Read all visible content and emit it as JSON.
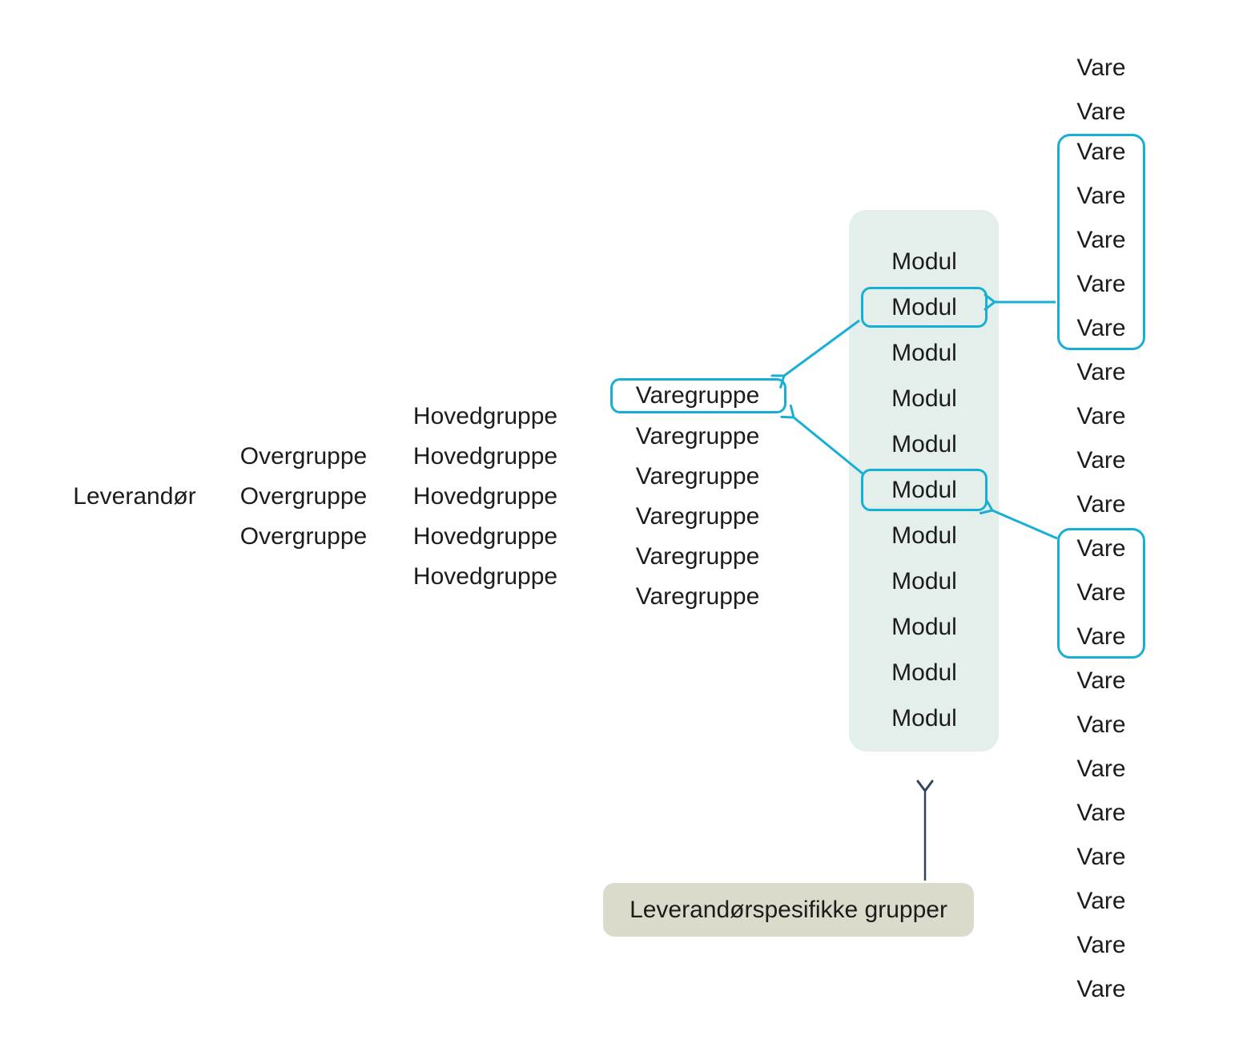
{
  "hierarchy": {
    "leverandor": {
      "label": "Leverandør"
    },
    "overgruppe": {
      "items": [
        "Overgruppe",
        "Overgruppe",
        "Overgruppe"
      ]
    },
    "hovedgruppe": {
      "items": [
        "Hovedgruppe",
        "Hovedgruppe",
        "Hovedgruppe",
        "Hovedgruppe",
        "Hovedgruppe"
      ]
    },
    "varegruppe": {
      "items": [
        "Varegruppe",
        "Varegruppe",
        "Varegruppe",
        "Varegruppe",
        "Varegruppe",
        "Varegruppe"
      ],
      "highlighted_index": 0
    },
    "modul": {
      "items": [
        "Modul",
        "Modul",
        "Modul",
        "Modul",
        "Modul",
        "Modul",
        "Modul",
        "Modul",
        "Modul",
        "Modul",
        "Modul"
      ],
      "highlighted_indices": [
        1,
        5
      ]
    },
    "vare": {
      "items": [
        "Vare",
        "Vare",
        "Vare",
        "Vare",
        "Vare",
        "Vare",
        "Vare",
        "Vare",
        "Vare",
        "Vare",
        "Vare",
        "Vare",
        "Vare",
        "Vare",
        "Vare",
        "Vare",
        "Vare",
        "Vare",
        "Vare",
        "Vare",
        "Vare",
        "Vare"
      ],
      "boxed_groups": [
        {
          "from_index": 2,
          "to_index": 6
        },
        {
          "from_index": 11,
          "to_index": 13
        }
      ]
    }
  },
  "footnote": {
    "label": "Leverandørspesifikke grupper"
  },
  "colors": {
    "accent_cyan": "#18afd7",
    "module_panel_bg": "#e4eeea",
    "footnote_bg": "#dcdbcb",
    "dark_connector": "#33455c",
    "text": "#1c1c1c"
  }
}
